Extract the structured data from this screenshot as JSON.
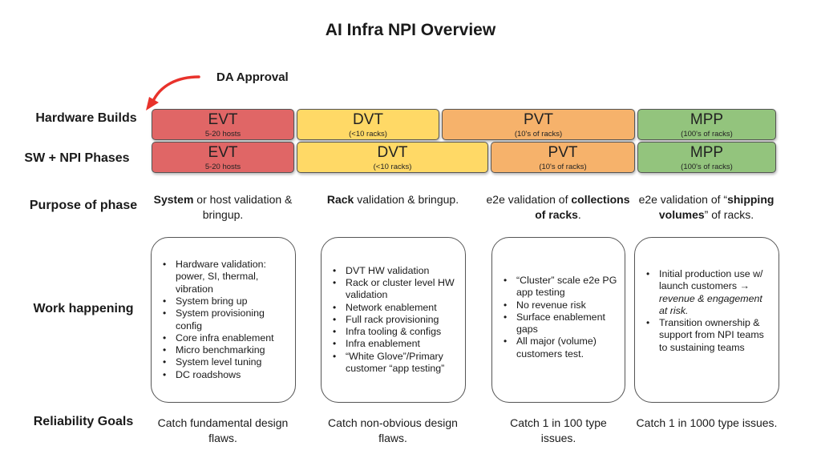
{
  "title": "AI Infra NPI Overview",
  "annotation": {
    "label": "DA Approval",
    "arrow_color": "#e8322b"
  },
  "row_labels": {
    "hardware_builds": "Hardware Builds",
    "sw_npi_phases": "SW + NPI Phases",
    "purpose": "Purpose of phase",
    "work": "Work happening",
    "reliability": "Reliability Goals"
  },
  "colors": {
    "evt": "#e06666",
    "dvt": "#ffd966",
    "pvt": "#f6b26b",
    "mpp": "#93c47d"
  },
  "hardware_builds": [
    {
      "name": "EVT",
      "sub": "5-20 hosts"
    },
    {
      "name": "DVT",
      "sub": "(<10 racks)"
    },
    {
      "name": "PVT",
      "sub": "(10's of racks)"
    },
    {
      "name": "MPP",
      "sub": "(100's of racks)"
    }
  ],
  "sw_phases": [
    {
      "name": "EVT",
      "sub": "5-20 hosts"
    },
    {
      "name": "DVT",
      "sub": "(<10 racks)"
    },
    {
      "name": "PVT",
      "sub": "(10's of racks)"
    },
    {
      "name": "MPP",
      "sub": "(100's of racks)"
    }
  ],
  "purposes": [
    {
      "bold": "System",
      "rest": " or host validation & bringup."
    },
    {
      "bold": "Rack",
      "rest": " validation & bringup."
    },
    {
      "pre": "e2e validation of ",
      "bold": "collections of racks",
      "post": "."
    },
    {
      "pre": "e2e validation of “",
      "bold": "shipping volumes",
      "post": "” of racks."
    }
  ],
  "work": [
    [
      "Hardware validation: power, SI, thermal, vibration",
      "System bring up",
      "System provisioning config",
      "Core infra enablement",
      "Micro benchmarking",
      "System level tuning",
      "DC roadshows"
    ],
    [
      "DVT HW validation",
      "Rack or cluster level HW validation",
      "Network enablement",
      "Full rack provisioning",
      "Infra tooling & configs",
      "Infra enablement",
      "“White Glove”/Primary customer “app testing”"
    ],
    [
      "“Cluster” scale e2e PG app testing",
      "No revenue risk",
      "Surface enablement gaps",
      "All major (volume) customers test."
    ],
    [
      {
        "text": "Initial production use w/ launch customers ",
        "arrow": "→",
        "italic": "revenue & engagement at risk."
      },
      "Transition ownership & support from NPI teams to sustaining teams"
    ]
  ],
  "reliability_goals": [
    "Catch fundamental design flaws.",
    "Catch non-obvious design flaws.",
    "Catch 1 in 100 type issues.",
    "Catch 1 in 1000 type issues."
  ]
}
